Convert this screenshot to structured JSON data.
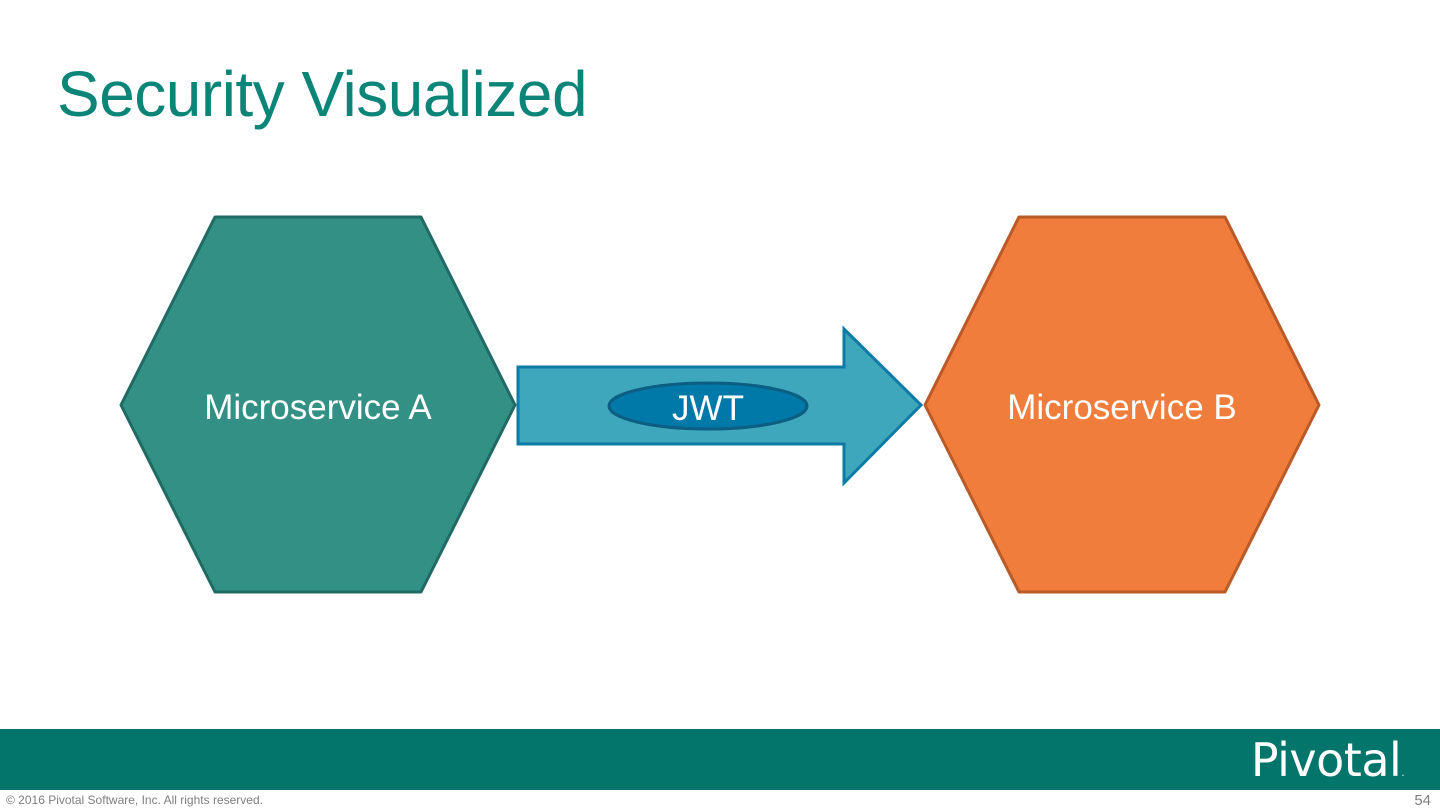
{
  "slide": {
    "title": "Security Visualized",
    "page_number": "54"
  },
  "diagram": {
    "nodes": [
      {
        "id": "microservice-a",
        "label": "Microservice A",
        "shape": "hexagon",
        "fill": "#339085",
        "stroke": "#1f6b63"
      },
      {
        "id": "microservice-b",
        "label": "Microservice B",
        "shape": "hexagon",
        "fill": "#f07d3b",
        "stroke": "#b95a27"
      }
    ],
    "edge": {
      "from": "microservice-a",
      "to": "microservice-b",
      "shape": "arrow",
      "fill": "#3fa7bc",
      "stroke": "#0e7aa6",
      "token": {
        "label": "JWT",
        "shape": "ellipse",
        "fill": "#0079a8",
        "stroke": "#0c5e82"
      }
    }
  },
  "footer": {
    "brand": "Pivotal",
    "brand_color": "#04756b",
    "copyright": "© 2016 Pivotal Software, Inc.  All rights reserved."
  }
}
